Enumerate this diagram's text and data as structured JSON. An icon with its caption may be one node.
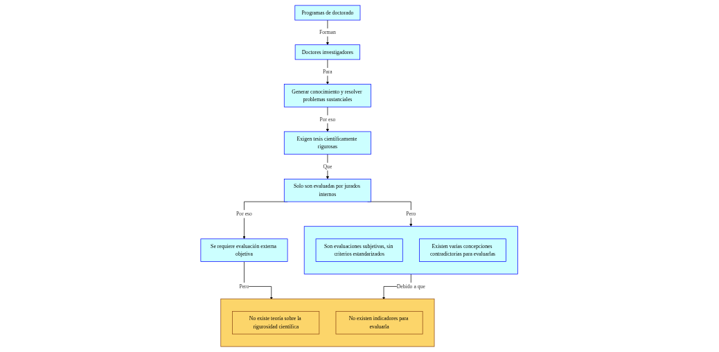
{
  "diagram": {
    "nodes": [
      {
        "text": [
          "Programas de doctorado"
        ]
      },
      {
        "text": [
          "Doctores investigadores"
        ]
      },
      {
        "text": [
          "Generar conocimiento y resolver problemas sustanciales"
        ]
      },
      {
        "text": [
          "Exigen tesis científicamente rigurosas"
        ]
      },
      {
        "text": [
          "Solo son evaluadas por jurados internos"
        ]
      },
      {
        "text": [
          "Se requiere evaluación externa objetiva"
        ]
      },
      {
        "text": [],
        "shape": "box"
      },
      {
        "text": [
          "No existe teoría sobre la rigurosidad científica"
        ],
        "in": 6
      },
      {
        "text": [
          "No existen indicadores para evaluarla"
        ],
        "in": 6
      },
      {
        "text": [],
        "shape": "box"
      },
      {
        "text": [
          "Son evaluaciones subjetivas, sin criterios estandarizados"
        ],
        "in": 9
      },
      {
        "text": [
          "Existen varias concepciones contradictorias para evaluarlas"
        ],
        "in": 9
      }
    ],
    "edges": [
      {
        "from": 0,
        "to": 1,
        "arrow": "to",
        "label": "Forman"
      },
      {
        "from": 1,
        "to": 2,
        "arrow": "to",
        "label": "Para"
      },
      {
        "from": 2,
        "to": 3,
        "arrow": "to",
        "label": "Por eso"
      },
      {
        "from": 3,
        "to": 4,
        "arrow": "to",
        "label": "Que"
      },
      {
        "from": 4,
        "to": 5,
        "arrow": "to",
        "label": "Por eso"
      },
      {
        "from": 5,
        "to": 6,
        "arrow": "to",
        "label": "Pero"
      },
      {
        "from": 4,
        "to": 9,
        "arrow": "to",
        "label": "Pero"
      },
      {
        "from": 9,
        "to": 6,
        "arrow": "to",
        "label": "Debido a que"
      }
    ]
  }
}
